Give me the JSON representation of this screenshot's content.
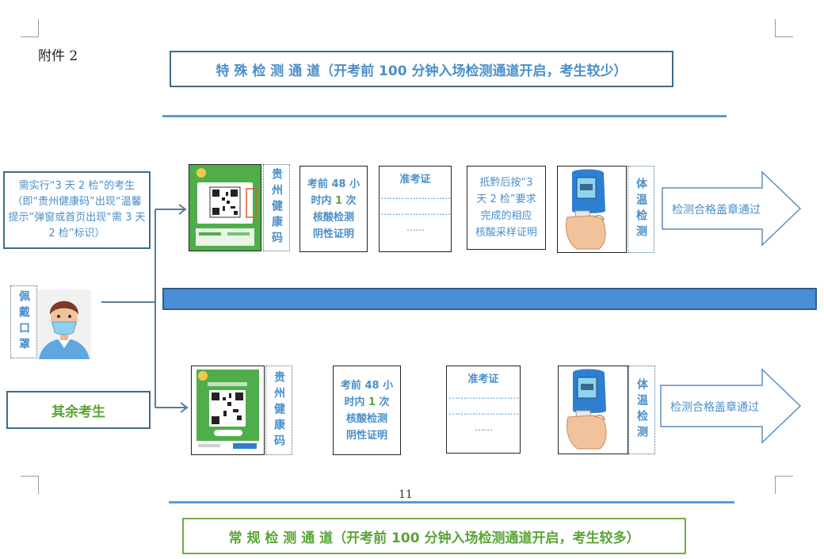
{
  "attachment_label": "附件 2",
  "top_title": "特 殊 检 测 通 道（开考前 100 分钟入场检测通道开启，考生较少）",
  "bottom_title": "常 规 检 测 通 道（开考前 100 分钟入场检测通道开启，考生较多）",
  "page_number": "11",
  "left": {
    "special_note": "需实行“3 天 2 检”的考生（即“贵州健康码”出现“温馨提示”弹窗或首页出现“需 3 天 2 检”标识）",
    "mask_label": "佩戴口罩",
    "regular_label": "其余考生"
  },
  "special_lane": {
    "health_code_label": "贵州健康码",
    "test_line1": "考前 48 小",
    "test_line2_a": "时内 ",
    "test_line2_b": "1",
    "test_line2_c": " 次",
    "test_line3": "核酸检测",
    "test_line4": "阴性证明",
    "ticket_label": "准考证",
    "ticket_dots1": "……………………",
    "ticket_dots2": "……………………",
    "ticket_dots3": "……",
    "proof_line1": "抵黔后按“3",
    "proof_line2": "天 2 检”要求",
    "proof_line3": "完成的相应",
    "proof_line4": "核酸采样证明",
    "temp_label": "体温检测",
    "result": "检测合格盖章通过"
  },
  "regular_lane": {
    "health_code_label": "贵州健康码",
    "test_line1": "考前 48 小",
    "test_line2_a": "时内 ",
    "test_line2_b": "1",
    "test_line2_c": " 次",
    "test_line3": "核酸检测",
    "test_line4": "阴性证明",
    "ticket_label": "准考证",
    "ticket_dots1": "……………………",
    "ticket_dots2": "……………………",
    "ticket_dots3": "……",
    "temp_label": "体温检测",
    "result": "检测合格盖章通过"
  },
  "colors": {
    "title_blue": "#4a8fc9",
    "frame_blue": "#3d6c8c",
    "green": "#5aa436",
    "bar_blue": "#4a8fd6"
  }
}
